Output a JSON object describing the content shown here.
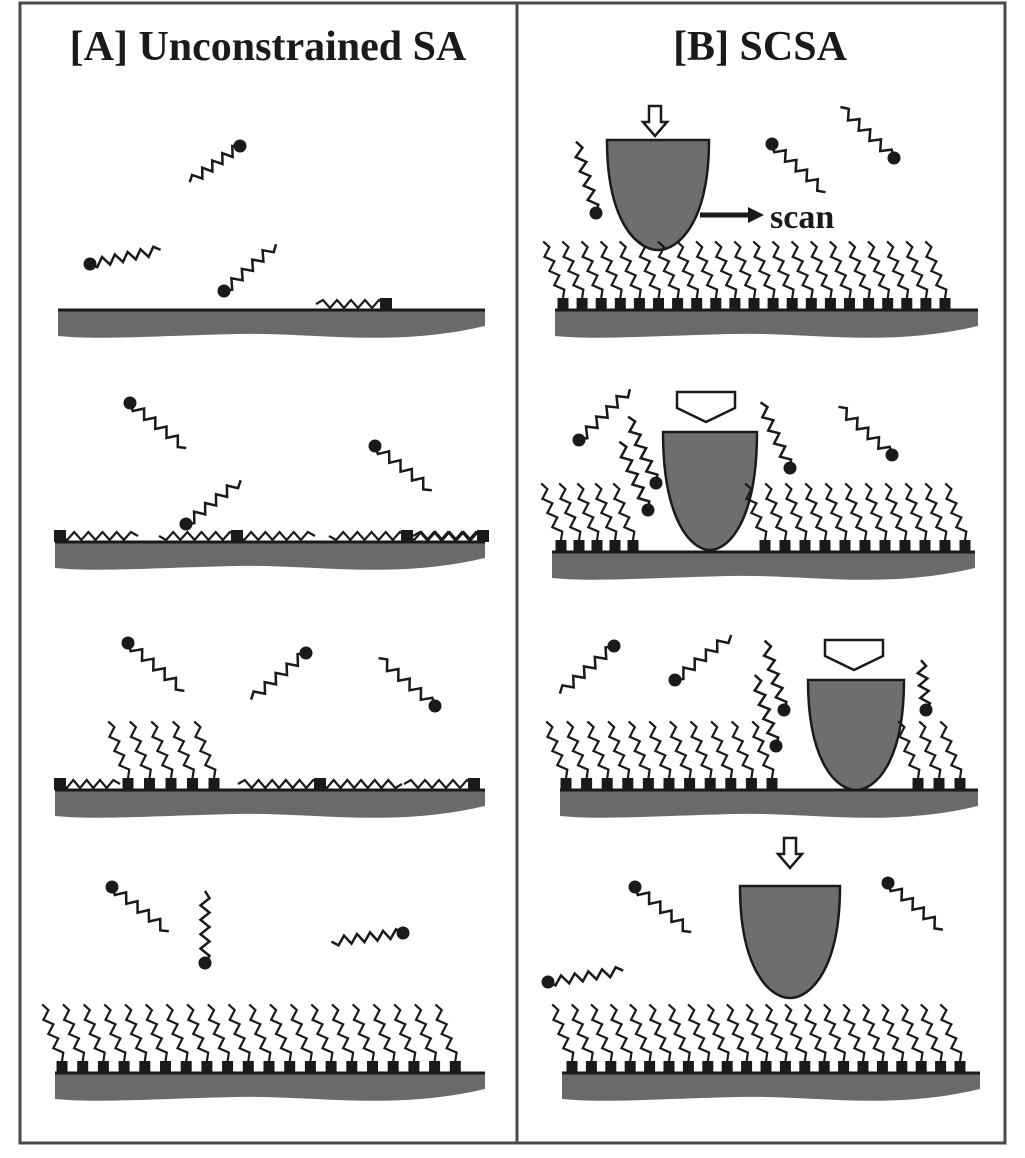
{
  "panels": {
    "a": {
      "title": "[A] Unconstrained SA"
    },
    "b": {
      "title": "[B]  SCSA",
      "scan_label": "scan"
    }
  },
  "colors": {
    "frame": "#4a4a4a",
    "tip": "#6e6e6e",
    "substrate": "#6a6a6a",
    "molecule": "#1a1a1a"
  }
}
